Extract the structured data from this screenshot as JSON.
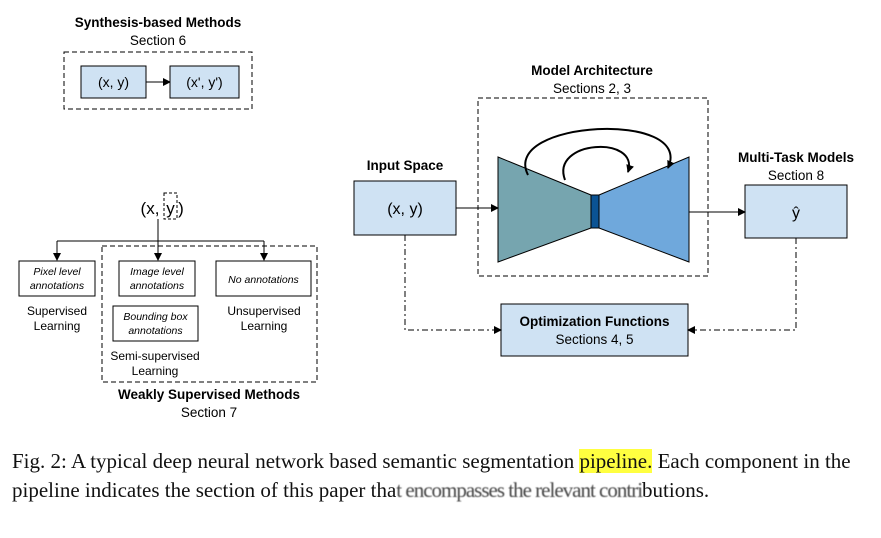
{
  "diagram": {
    "synthesis": {
      "title": "Synthesis-based Methods",
      "section": "Section 6",
      "box_a": "(x, y)",
      "box_b": "(x', y')"
    },
    "weak_root": {
      "x_part": "(x,",
      "y_part": "y",
      "close": ")"
    },
    "supervised": {
      "box_line1": "Pixel level",
      "box_line2": "annotations",
      "label_line1": "Supervised",
      "label_line2": "Learning"
    },
    "semi": {
      "box1_line1": "Image level",
      "box1_line2": "annotations",
      "box2_line1": "Bounding box",
      "box2_line2": "annotations",
      "label_line1": "Semi-supervised",
      "label_line2": "Learning"
    },
    "unsupervised": {
      "box_text": "No annotations",
      "label_line1": "Unsupervised",
      "label_line2": "Learning"
    },
    "weak": {
      "title": "Weakly Supervised Methods",
      "section": "Section 7"
    },
    "input_space": {
      "title": "Input Space",
      "box": "(x, y)"
    },
    "model": {
      "title": "Model Architecture",
      "section": "Sections 2, 3"
    },
    "multitask": {
      "title": "Multi-Task Models",
      "section": "Section 8",
      "box": "ŷ"
    },
    "optimization": {
      "title": "Optimization Functions",
      "section": "Sections 4, 5"
    },
    "colors": {
      "box_fill": "#cfe2f3",
      "encoder": "#76a5af",
      "bottleneck": "#0b5394",
      "decoder": "#6fa8dc",
      "highlight": "#ffff40"
    }
  },
  "caption": {
    "part1": "Fig. 2: A typical deep neural network based semantic segmentation ",
    "highlight": "pipeline.",
    "part2": " Each component in the pipeline indicates the section of this paper tha",
    "garbled": "t encompasses the relevant contri",
    "part3": "butions."
  }
}
